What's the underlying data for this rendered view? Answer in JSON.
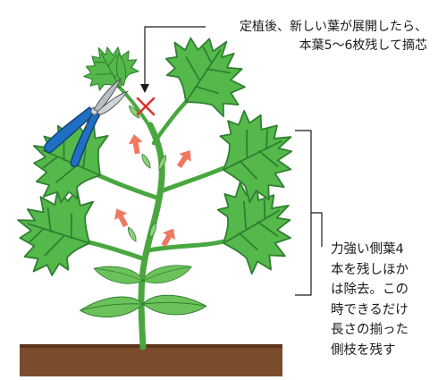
{
  "callouts": {
    "pinch": {
      "lines": [
        "定植後、新しい葉が展開したら、",
        "本葉5～6枚残して摘芯"
      ]
    },
    "side_shoots": {
      "lines": [
        "力強い側葉4",
        "本を残しほか",
        "は除去。この",
        "時できるだけ",
        "長さの揃った",
        "側枝を残す"
      ]
    }
  },
  "colors": {
    "leaf": "#54b84a",
    "leaf_dark": "#2f7f30",
    "leaf_light": "#8fd07a",
    "stem": "#4aa73f",
    "soil": "#7a4b2c",
    "soil_edge": "#5c361d",
    "arrow": "#f07860",
    "cut_mark": "#e0322b",
    "shears": "#1f6fc4",
    "blade": "#b8bec4"
  },
  "icons": {
    "shears": "pruning-shears-icon",
    "cut": "cut-x-icon",
    "growth_arrow": "arrow-up-right-icon"
  }
}
